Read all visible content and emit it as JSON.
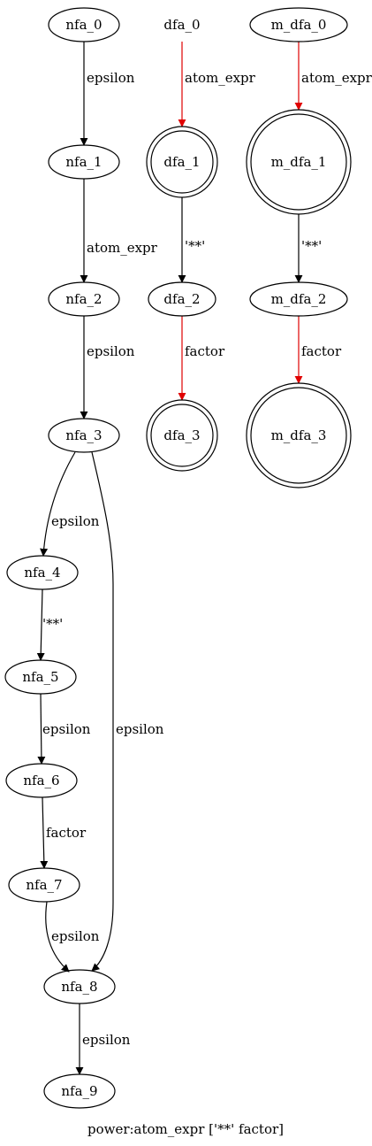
{
  "graph": {
    "caption": "power:atom_expr ['**' factor]",
    "colors": {
      "default_edge": "#000000",
      "highlight_edge": "#e00000"
    },
    "nodes": [
      {
        "id": "nfa_0",
        "label": "nfa_0",
        "shape": "ellipse"
      },
      {
        "id": "nfa_1",
        "label": "nfa_1",
        "shape": "ellipse"
      },
      {
        "id": "nfa_2",
        "label": "nfa_2",
        "shape": "ellipse"
      },
      {
        "id": "nfa_3",
        "label": "nfa_3",
        "shape": "ellipse"
      },
      {
        "id": "nfa_4",
        "label": "nfa_4",
        "shape": "ellipse"
      },
      {
        "id": "nfa_5",
        "label": "nfa_5",
        "shape": "ellipse"
      },
      {
        "id": "nfa_6",
        "label": "nfa_6",
        "shape": "ellipse"
      },
      {
        "id": "nfa_7",
        "label": "nfa_7",
        "shape": "ellipse"
      },
      {
        "id": "nfa_8",
        "label": "nfa_8",
        "shape": "ellipse"
      },
      {
        "id": "nfa_9",
        "label": "nfa_9",
        "shape": "ellipse"
      },
      {
        "id": "dfa_0",
        "label": "dfa_0",
        "shape": "none"
      },
      {
        "id": "dfa_1",
        "label": "dfa_1",
        "shape": "doublecircle"
      },
      {
        "id": "dfa_2",
        "label": "dfa_2",
        "shape": "ellipse"
      },
      {
        "id": "dfa_3",
        "label": "dfa_3",
        "shape": "doublecircle"
      },
      {
        "id": "m_dfa_0",
        "label": "m_dfa_0",
        "shape": "ellipse"
      },
      {
        "id": "m_dfa_1",
        "label": "m_dfa_1",
        "shape": "doublecircle"
      },
      {
        "id": "m_dfa_2",
        "label": "m_dfa_2",
        "shape": "ellipse"
      },
      {
        "id": "m_dfa_3",
        "label": "m_dfa_3",
        "shape": "doublecircle"
      }
    ],
    "edges": [
      {
        "from": "nfa_0",
        "to": "nfa_1",
        "label": "epsilon",
        "highlight": false
      },
      {
        "from": "nfa_1",
        "to": "nfa_2",
        "label": "atom_expr",
        "highlight": false
      },
      {
        "from": "nfa_2",
        "to": "nfa_3",
        "label": "epsilon",
        "highlight": false
      },
      {
        "from": "nfa_3",
        "to": "nfa_4",
        "label": "epsilon",
        "highlight": false
      },
      {
        "from": "nfa_3",
        "to": "nfa_8",
        "label": "epsilon",
        "highlight": false
      },
      {
        "from": "nfa_4",
        "to": "nfa_5",
        "label": "'**'",
        "highlight": false
      },
      {
        "from": "nfa_5",
        "to": "nfa_6",
        "label": "epsilon",
        "highlight": false
      },
      {
        "from": "nfa_6",
        "to": "nfa_7",
        "label": "factor",
        "highlight": false
      },
      {
        "from": "nfa_7",
        "to": "nfa_8",
        "label": "epsilon",
        "highlight": false
      },
      {
        "from": "nfa_8",
        "to": "nfa_9",
        "label": "epsilon",
        "highlight": false
      },
      {
        "from": "dfa_0",
        "to": "dfa_1",
        "label": "atom_expr",
        "highlight": true
      },
      {
        "from": "dfa_1",
        "to": "dfa_2",
        "label": "'**'",
        "highlight": false
      },
      {
        "from": "dfa_2",
        "to": "dfa_3",
        "label": "factor",
        "highlight": true
      },
      {
        "from": "m_dfa_0",
        "to": "m_dfa_1",
        "label": "atom_expr",
        "highlight": true
      },
      {
        "from": "m_dfa_1",
        "to": "m_dfa_2",
        "label": "'**'",
        "highlight": false
      },
      {
        "from": "m_dfa_2",
        "to": "m_dfa_3",
        "label": "factor",
        "highlight": true
      }
    ]
  }
}
